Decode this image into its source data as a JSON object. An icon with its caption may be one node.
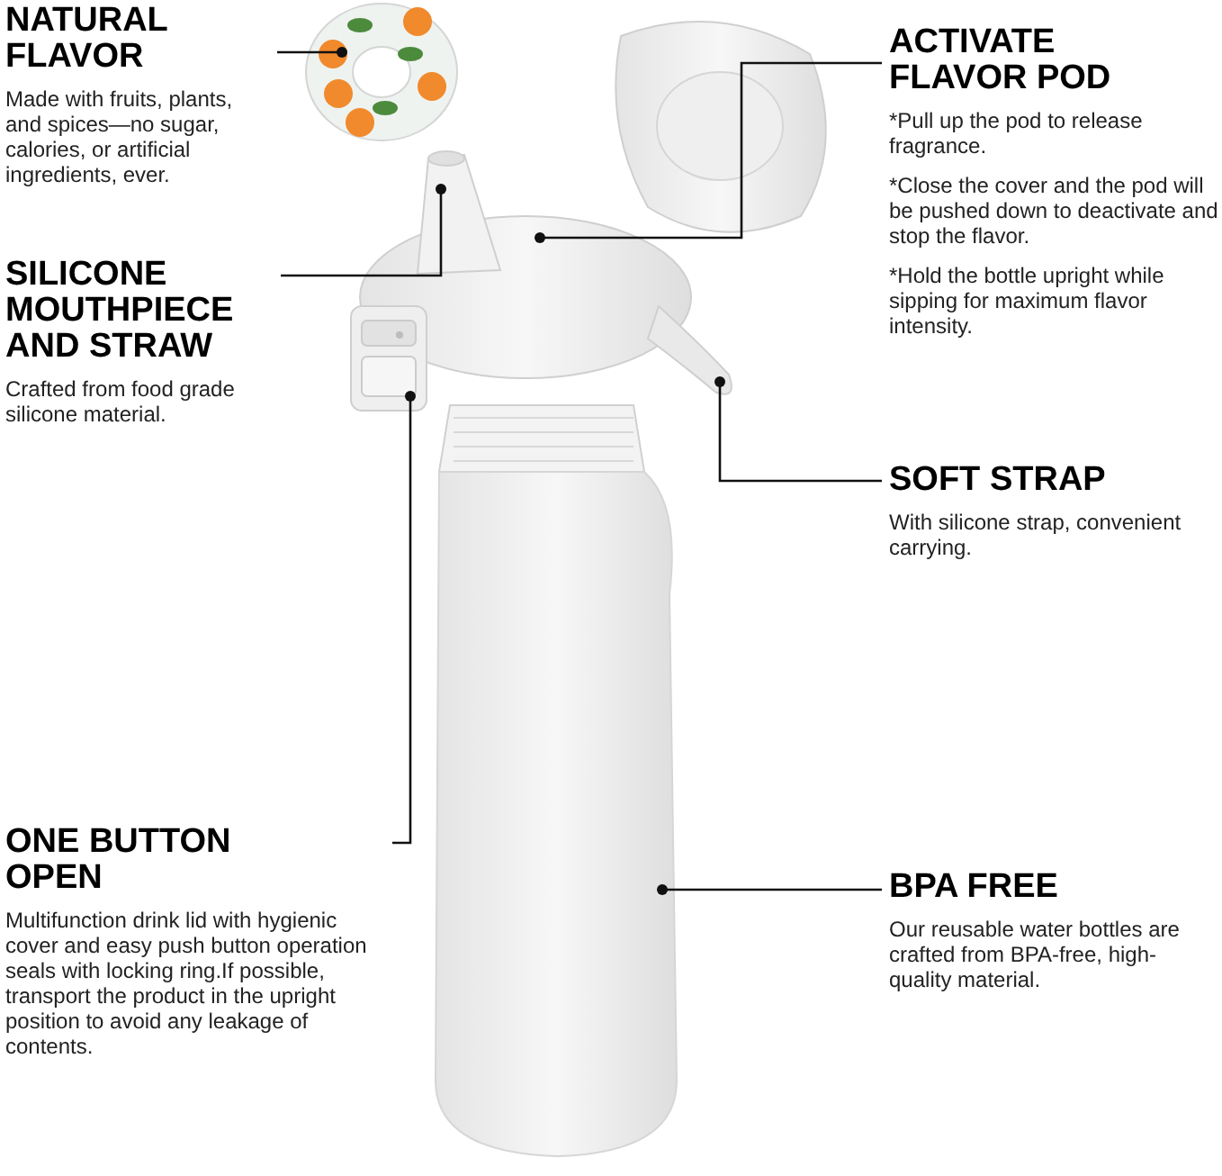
{
  "diagram": {
    "nodes": [
      {
        "text": [
          "NATURAL FLAVOR",
          "Made with fruits, plants, and spices—no sugar, calories, or artificial ingredients, ever."
        ]
      },
      {
        "text": [],
        "shape": "picture"
      },
      {
        "text": [
          "ACTIVATE FLAVOR POD",
          "*Pull up the pod to release fragrance.",
          "*Close the cover and the pod will be pushed down to deactivate and stop the flavor.",
          "*Hold the bottle upright while sipping for maximum flavor intensity."
        ]
      },
      {
        "text": [],
        "shape": "picture"
      },
      {
        "text": [
          "SILICONE MOUTHPIECE AND STRAW",
          "Crafted from food grade silicone material."
        ]
      },
      {
        "text": [],
        "shape": "picture"
      },
      {
        "text": [
          "SOFT STRAP",
          "With silicone strap, convenient carrying."
        ]
      },
      {
        "text": [],
        "shape": "picture"
      },
      {
        "text": [
          "ONE BUTTON OPEN",
          "Multifunction drink lid with hygienic cover and easy push button operation seals with locking ring.If possible, transport the product in the upright position to avoid any leakage of contents."
        ]
      },
      {
        "text": [],
        "shape": "picture"
      },
      {
        "text": [
          "BPA FREE",
          "Our reusable water bottles are crafted from BPA-free, high-quality material."
        ]
      },
      {
        "text": [],
        "shape": "picture"
      }
    ],
    "edges": [
      {
        "from": 0,
        "to": 1,
        "arrow": "other"
      },
      {
        "from": 2,
        "to": 3,
        "arrow": "other"
      },
      {
        "from": 4,
        "to": 5,
        "arrow": "other"
      },
      {
        "from": 6,
        "to": 7,
        "arrow": "other"
      },
      {
        "from": 8,
        "to": 9,
        "arrow": "other"
      },
      {
        "from": 10,
        "to": 11,
        "arrow": "other"
      }
    ]
  }
}
